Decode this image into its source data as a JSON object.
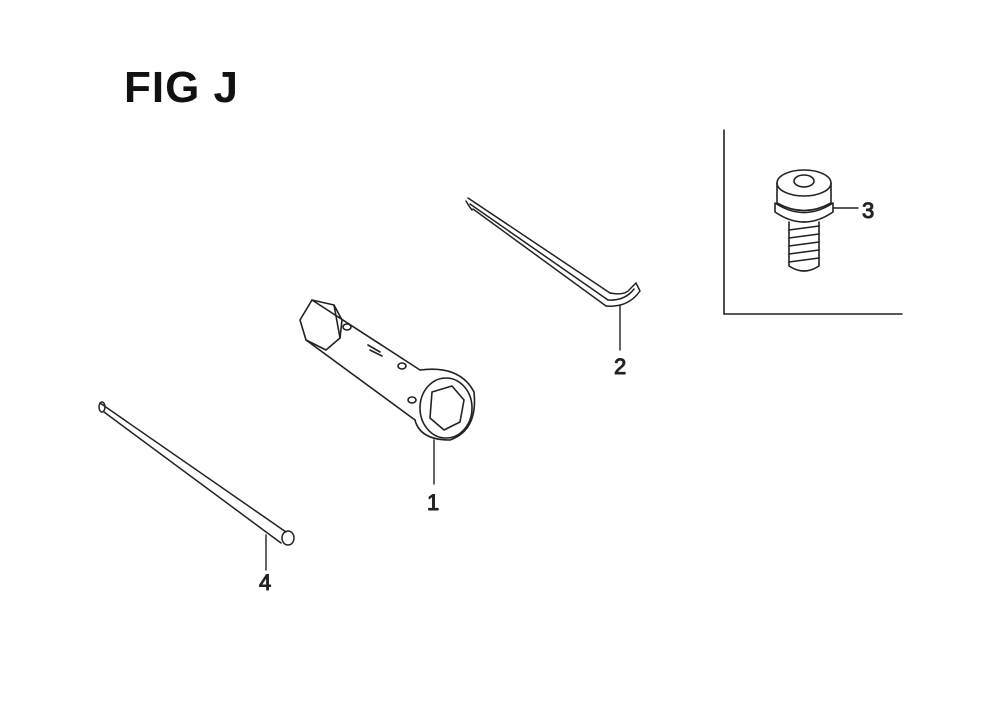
{
  "figure": {
    "title": "FIG J"
  },
  "parts": [
    {
      "callout": "1",
      "icon": "box-wrench-icon"
    },
    {
      "callout": "2",
      "icon": "hex-key-icon"
    },
    {
      "callout": "3",
      "icon": "bolt-icon"
    },
    {
      "callout": "4",
      "icon": "tommy-bar-icon"
    }
  ],
  "colors": {
    "ink": "#222222",
    "background": "#ffffff"
  }
}
